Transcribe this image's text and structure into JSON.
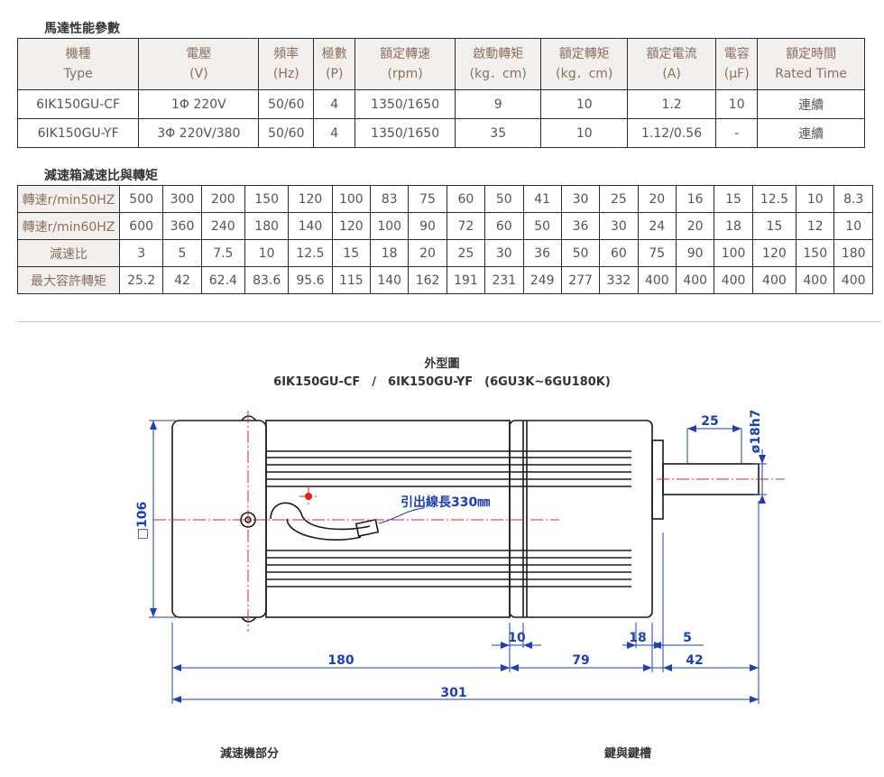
{
  "spec": {
    "title": "馬達性能參數",
    "headers": [
      [
        "機種",
        "Type"
      ],
      [
        "電壓",
        "(V)"
      ],
      [
        "頻率",
        "(Hz)"
      ],
      [
        "極數",
        "(P)"
      ],
      [
        "額定轉速",
        "(rpm)"
      ],
      [
        "啟動轉矩",
        "(kg．cm)"
      ],
      [
        "額定轉矩",
        "(kg．cm)"
      ],
      [
        "額定電流",
        "(A)"
      ],
      [
        "電容",
        "(μF)"
      ],
      [
        "額定時間",
        "Rated Time"
      ]
    ],
    "rows": [
      [
        "6IK150GU-CF",
        "1Φ 220V",
        "50/60",
        "4",
        "1350/1650",
        "9",
        "10",
        "1.2",
        "10",
        "連續"
      ],
      [
        "6IK150GU-YF",
        "3Φ 220V/380",
        "50/60",
        "4",
        "1350/1650",
        "35",
        "10",
        "1.12/0.56",
        "-",
        "連續"
      ]
    ]
  },
  "ratio": {
    "title": "減速箱減速比與轉矩",
    "rows": [
      {
        "label": "轉速r/min50HZ",
        "values": [
          "500",
          "300",
          "200",
          "150",
          "120",
          "100",
          "83",
          "75",
          "60",
          "50",
          "41",
          "30",
          "25",
          "20",
          "16",
          "15",
          "12.5",
          "10",
          "8.3"
        ]
      },
      {
        "label": "轉速r/min60HZ",
        "values": [
          "600",
          "360",
          "240",
          "180",
          "140",
          "120",
          "100",
          "90",
          "72",
          "60",
          "50",
          "36",
          "30",
          "24",
          "20",
          "18",
          "15",
          "12",
          "10"
        ]
      },
      {
        "label": "減速比",
        "values": [
          "3",
          "5",
          "7.5",
          "10",
          "12.5",
          "15",
          "18",
          "20",
          "25",
          "30",
          "36",
          "50",
          "60",
          "75",
          "90",
          "100",
          "120",
          "150",
          "180"
        ]
      },
      {
        "label": "最大容許轉矩",
        "values": [
          "25.2",
          "42",
          "62.4",
          "83.6",
          "95.6",
          "115",
          "140",
          "162",
          "191",
          "231",
          "249",
          "277",
          "332",
          "400",
          "400",
          "400",
          "400",
          "400",
          "400"
        ]
      }
    ]
  },
  "drawing": {
    "title": "外型圖",
    "subtitle": "6IK150GU-CF　/　6IK150GU-YF　(6GU3K~6GU180K)",
    "dims": {
      "d106": "□106",
      "d25": "25",
      "d18h7": "ø18h7",
      "lead": "引出線長330㎜",
      "d10": "10",
      "d18": "18",
      "d5": "5",
      "d180": "180",
      "d79": "79",
      "d42": "42",
      "d301": "301"
    },
    "colors": {
      "dimension": "#1d3fb8",
      "centerline": "#e02020",
      "outline": "#1a1a1a"
    }
  },
  "bottom": {
    "left": "減速機部分",
    "right": "鍵與鍵槽"
  }
}
